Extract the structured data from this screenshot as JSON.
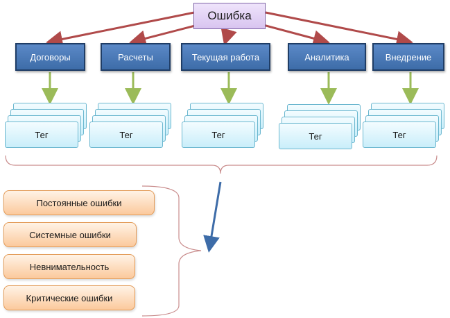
{
  "diagram": {
    "root": "Ошибка",
    "categories": [
      {
        "label": "Договоры",
        "tag": "Тег"
      },
      {
        "label": "Расчеты",
        "tag": "Тег"
      },
      {
        "label": "Текущая работа",
        "tag": "Тег"
      },
      {
        "label": "Аналитика",
        "tag": "Тег"
      },
      {
        "label": "Внедрение",
        "tag": "Тег"
      }
    ],
    "error_types": [
      "Постоянные ошибки",
      "Системные ошибки",
      "Невнимательность",
      "Критические ошибки"
    ]
  },
  "colors": {
    "root_fill": "#d8c4f0",
    "category_fill": "#3d6ca8",
    "tag_fill": "#c9eefa",
    "error_fill": "#fbc99c",
    "red_arrow": "#b04a4a",
    "green_arrow": "#9bbb59",
    "blue_arrow": "#3d6ca8"
  }
}
